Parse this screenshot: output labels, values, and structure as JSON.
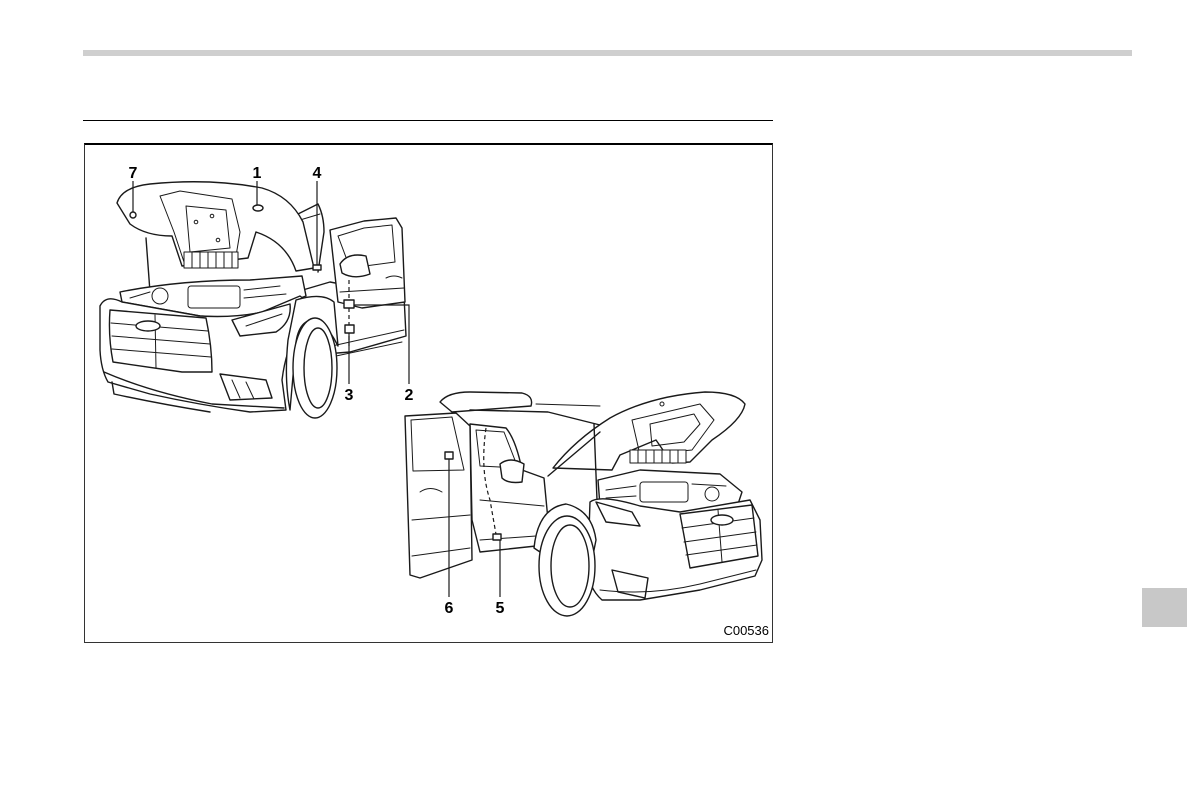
{
  "figure": {
    "callouts": [
      "7",
      "1",
      "4",
      "3",
      "2",
      "6",
      "5"
    ],
    "code": "C00536"
  },
  "colors": {
    "rule_gray": "#cfcfcf",
    "tab_gray": "#c8c8c8",
    "ink": "#1a1a1a"
  }
}
